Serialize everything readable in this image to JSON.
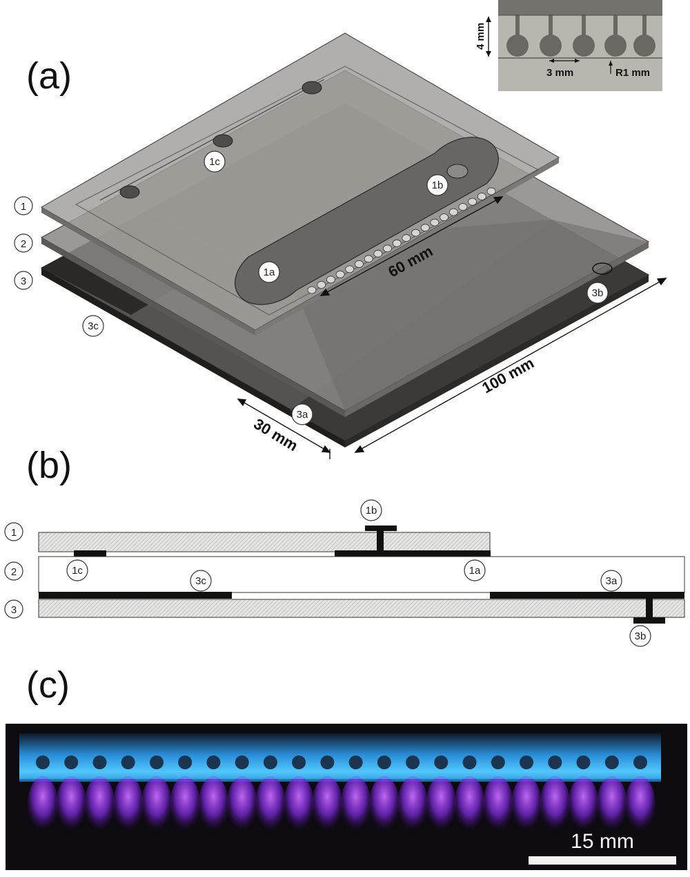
{
  "panels": {
    "a": "(a)",
    "b": "(b)",
    "c": "(c)"
  },
  "panel_a": {
    "layer_labels": [
      "1",
      "2",
      "3"
    ],
    "callouts": {
      "c1a": "1a",
      "c1b": "1b",
      "c1c": "1c",
      "c3a": "3a",
      "c3b": "3b",
      "c3c": "3c"
    },
    "dimensions": {
      "channel_length": "60 mm",
      "plate_length": "100 mm",
      "plate_width": "30 mm"
    },
    "inset": {
      "height": "4 mm",
      "pitch": "3 mm",
      "radius": "R1 mm"
    }
  },
  "panel_b": {
    "layer_labels": [
      "1",
      "2",
      "3"
    ],
    "callouts": {
      "c1b": "1b",
      "c1c": "1c",
      "c3c": "3c",
      "c1a": "1a",
      "c3a": "3a",
      "c3b": "3b"
    }
  },
  "panel_c": {
    "scale_bar": "15 mm",
    "flame_count": 22
  },
  "colors": {
    "plate_top": "#8f8c88",
    "plate_mid": "#7d7b78",
    "plate_bottom": "#2e2d2c",
    "channel": "#6a6866",
    "glow_blue": "#3cb8ff",
    "glow_violet": "#9a3cf0",
    "photo_bg": "#0d0a10"
  }
}
